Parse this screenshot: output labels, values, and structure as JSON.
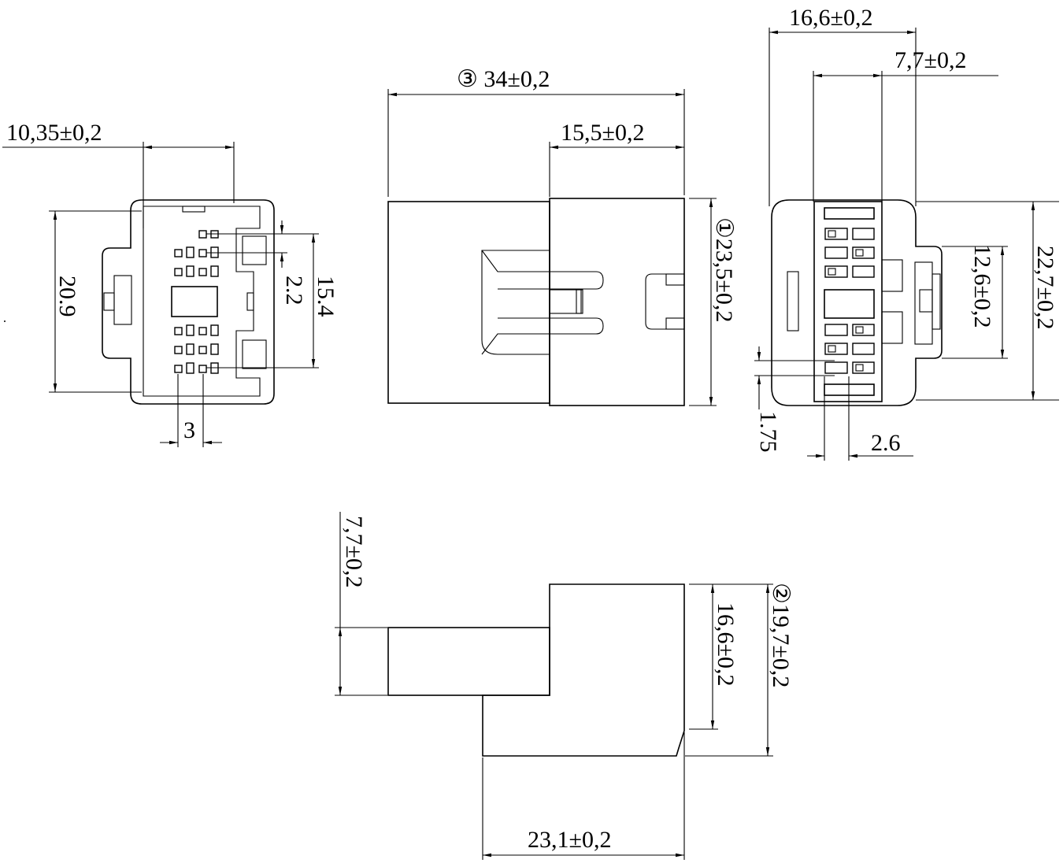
{
  "drawing": {
    "front_view": {
      "width_dim": "10,35±0,2",
      "height_dim": "20.9",
      "pitch_v": "2.2",
      "span_v": "15.4",
      "pitch_h": "3"
    },
    "side_view": {
      "length_dim": "③ 34±0,2",
      "sub_length_dim": "15,5±0,2",
      "height_dim": "①23,5±0,2"
    },
    "rear_view": {
      "width_dim": "16,6±0,2",
      "sub_width_dim": "7,7±0,2",
      "latch_height_dim": "12,6±0,2",
      "height_dim": "22,7±0,2",
      "pitch_v": "1.75",
      "pitch_h": "2.6"
    },
    "top_view": {
      "tab_height_dim": "7,7±0,2",
      "body_height_dim": "16,6±0,2",
      "total_height_dim": "②19,7±0,2",
      "length_dim": "23,1±0,2"
    }
  }
}
